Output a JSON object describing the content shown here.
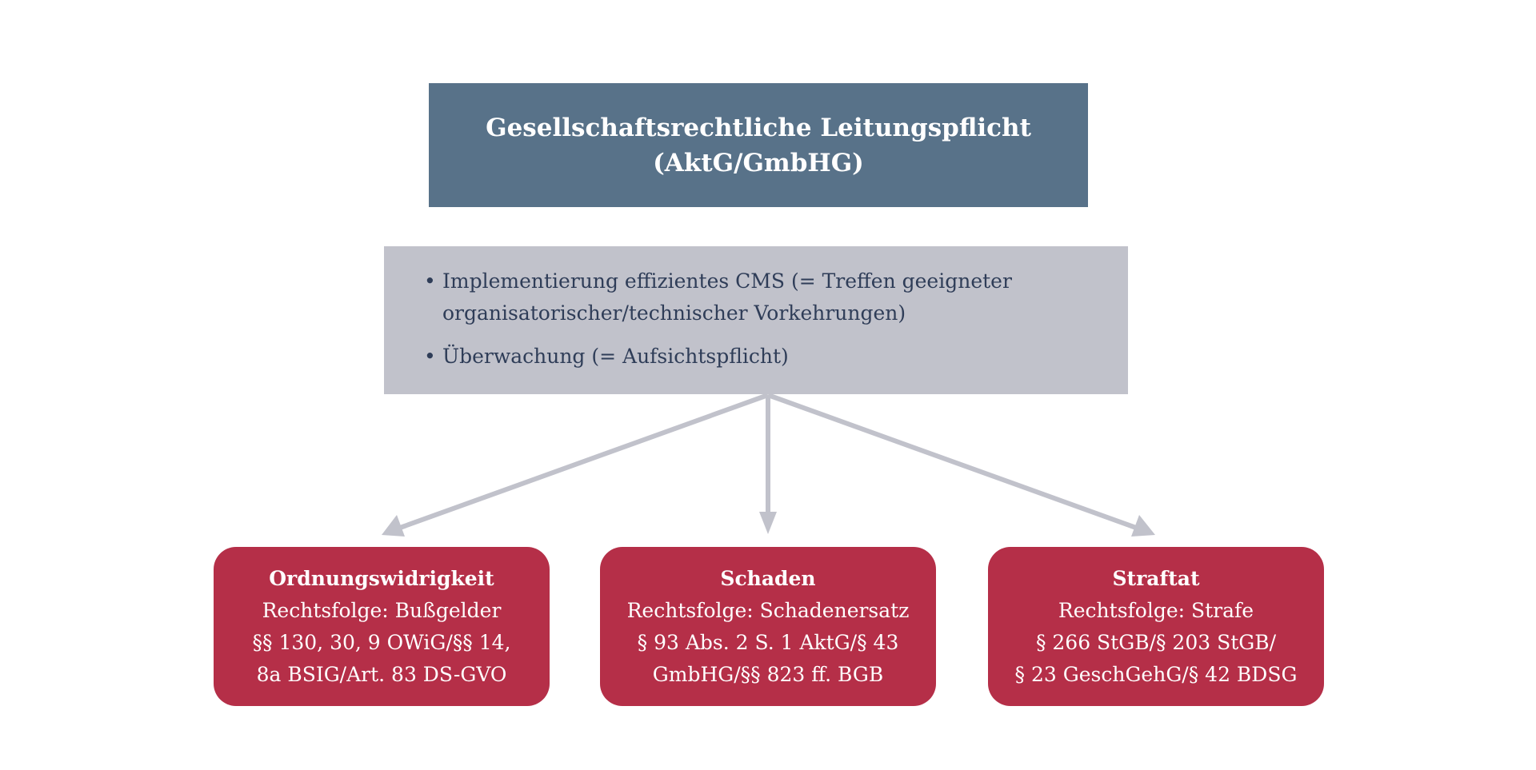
{
  "colors": {
    "top_box": "#587289",
    "middle_box": "#c1c2cb",
    "middle_text": "#2f3d58",
    "consequence_box": "#b52f48",
    "arrow": "#c1c2cb"
  },
  "top_box": {
    "line1": "Gesellschaftsrechtliche Leitungspflicht",
    "line2": "(AktG/GmbHG)"
  },
  "middle_box": {
    "bullet": "•",
    "items": [
      {
        "line1": "Implementierung effizientes CMS (= Treffen geeigneter",
        "line2": "organisatorischer/technischer Vorkehrungen)"
      },
      {
        "line1": "Überwachung (= Aufsichtspflicht)"
      }
    ]
  },
  "consequences": [
    {
      "title": "Ordnungswidrigkeit",
      "lines": [
        "Rechtsfolge: Bußgelder",
        "§§ 130, 30, 9 OWiG/§§ 14,",
        "8a BSIG/Art. 83 DS-GVO"
      ]
    },
    {
      "title": "Schaden",
      "lines": [
        "Rechtsfolge: Schadenersatz",
        "§ 93 Abs. 2 S. 1 AktG/§ 43",
        "GmbHG/§§ 823 ff. BGB"
      ]
    },
    {
      "title": "Straftat",
      "lines": [
        "Rechtsfolge: Strafe",
        "§ 266 StGB/§ 203 StGB/",
        "§ 23 GeschGehG/§ 42 BDSG"
      ]
    }
  ]
}
